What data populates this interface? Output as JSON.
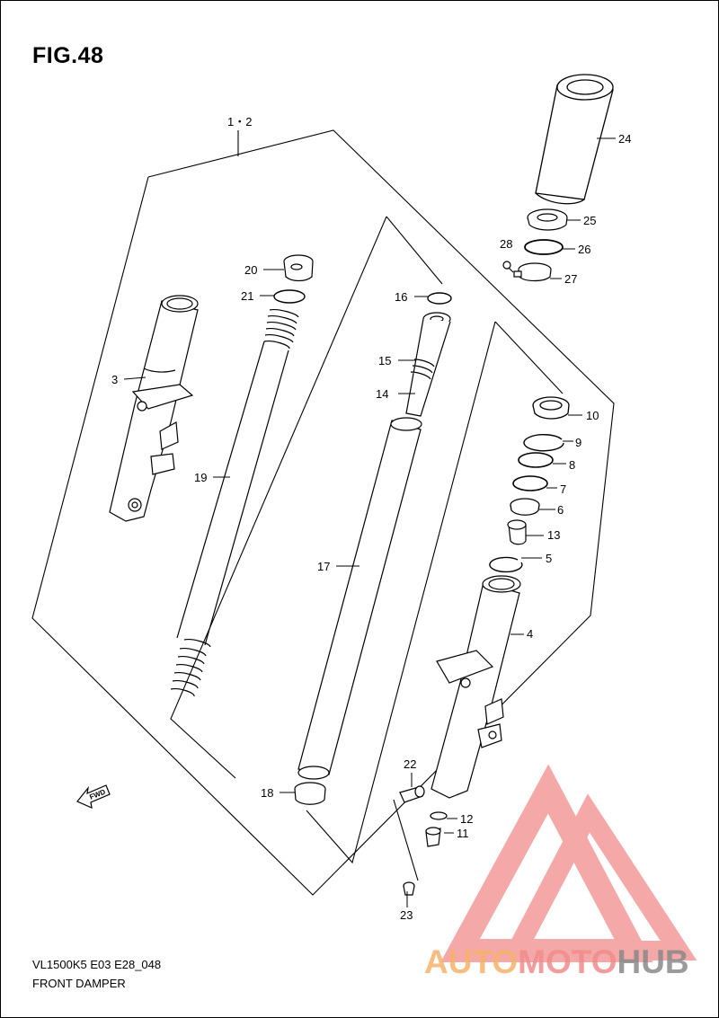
{
  "figure": {
    "title": "FIG.48"
  },
  "footer": {
    "model_code": "VL1500K5 E03 E28_048",
    "section_name": "FRONT DAMPER"
  },
  "assembly_label": "1・2",
  "fwd_label": "FWD",
  "callouts": {
    "p3": "3",
    "p4": "4",
    "p5": "5",
    "p6": "6",
    "p7": "7",
    "p8": "8",
    "p9": "9",
    "p10": "10",
    "p11": "11",
    "p12": "12",
    "p13": "13",
    "p14": "14",
    "p15": "15",
    "p16": "16",
    "p17": "17",
    "p18": "18",
    "p19": "19",
    "p20": "20",
    "p21": "21",
    "p22": "22",
    "p23": "23",
    "p24": "24",
    "p25": "25",
    "p26": "26",
    "p27": "27",
    "p28": "28"
  },
  "watermark": {
    "part1": "AUTO",
    "part2": "MOTO",
    "part3": "HUB",
    "colors": {
      "orange": "#f6b26b",
      "red": "#f28b8b",
      "gray": "#8a8a8a"
    }
  }
}
